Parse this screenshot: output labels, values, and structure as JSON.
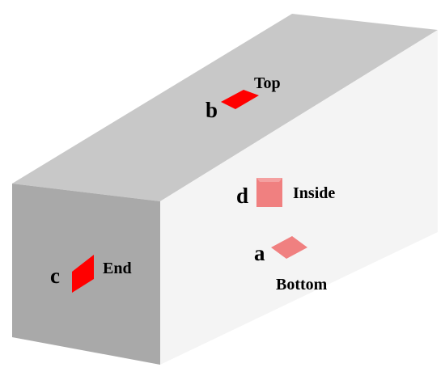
{
  "faces": {
    "top_color": "#c8c8c8",
    "side_color": "#f4f4f4",
    "end_color": "#a9a9a9"
  },
  "markers": {
    "top": {
      "letter": "b",
      "word": "Top",
      "color": "#ff0000"
    },
    "end": {
      "letter": "c",
      "word": "End",
      "color": "#ff0000"
    },
    "inside": {
      "letter": "d",
      "word": "Inside",
      "color": "#f08080"
    },
    "bottom": {
      "letter": "a",
      "word": "Bottom",
      "color": "#f08080"
    }
  }
}
